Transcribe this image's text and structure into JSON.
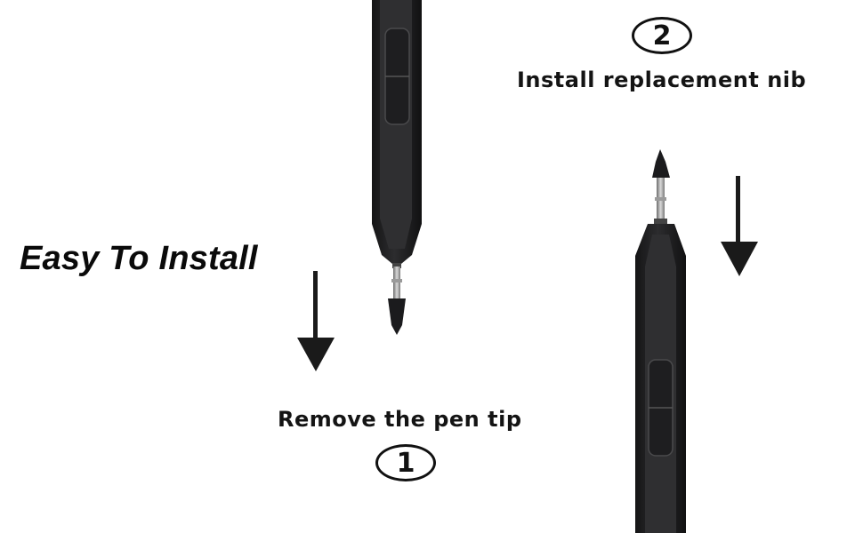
{
  "headline": "Easy To Install",
  "steps": [
    {
      "number": "1",
      "caption": "Remove the pen tip"
    },
    {
      "number": "2",
      "caption": "Install replacement nib"
    }
  ],
  "colors": {
    "pen_body": "#1c1c1e",
    "pen_facet": "#3a3a3c",
    "arrow": "#1a1a1a",
    "background": "#ffffff"
  },
  "icons": [
    "pen-icon",
    "nib-icon",
    "down-arrow-icon"
  ]
}
